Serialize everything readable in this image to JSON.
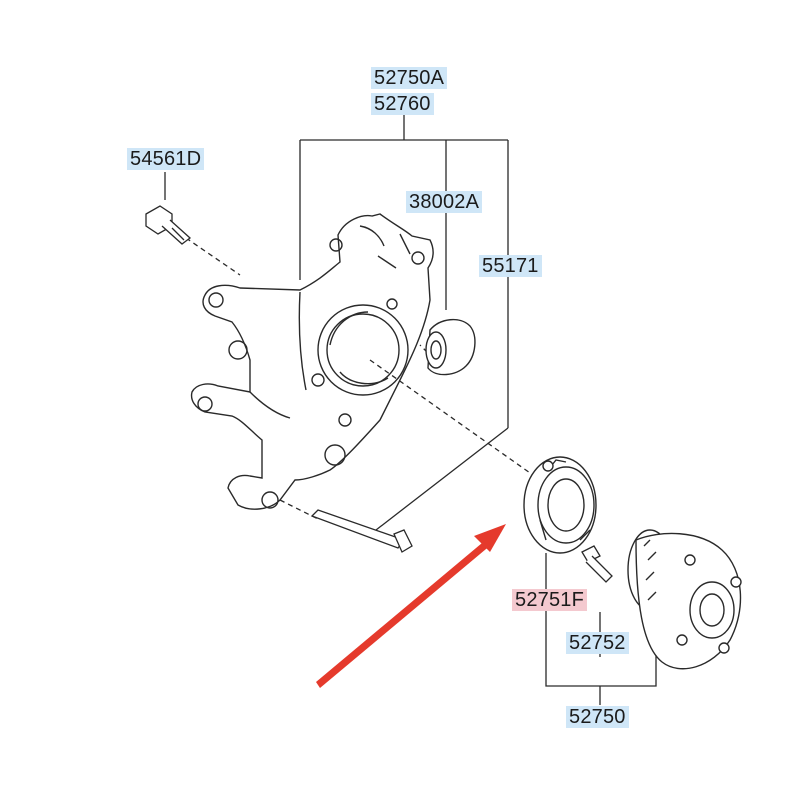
{
  "parts": {
    "knuckle_a": "52750A",
    "knuckle_b": "52760",
    "bolt": "54561D",
    "bushing": "38002A",
    "knuckle_assy": "55171",
    "hub_seal": "52751F",
    "hub_bolt": "52752",
    "hub_assy": "52750"
  },
  "colors": {
    "label_bg": "#cfe6f7",
    "highlight_bg": "#f4c9cf",
    "arrow": "#e53a2c",
    "line": "#2a2a2a"
  }
}
